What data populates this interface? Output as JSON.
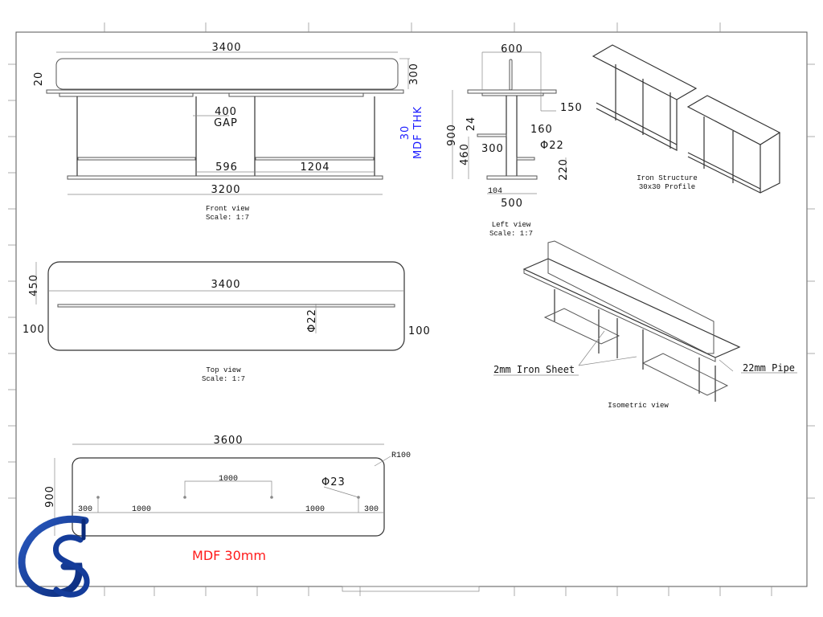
{
  "front_view": {
    "width_top": "3400",
    "h20": "20",
    "h300": "300",
    "gap_value": "400",
    "gap_label": "GAP",
    "d596": "596",
    "d1204": "1204",
    "width_base": "3200",
    "mdf_value": "30",
    "mdf_label": "MDF THK",
    "title": "Front view",
    "scale": "Scale:  1:7"
  },
  "left_view": {
    "d600": "600",
    "d150": "150",
    "d900": "900",
    "d24": "24",
    "d160": "160",
    "d460": "460",
    "d300": "300",
    "pipe": "Φ22",
    "d220": "220",
    "d104": "104",
    "d500": "500",
    "title": "Left view",
    "scale": "Scale:  1:7"
  },
  "iron": {
    "title": "Iron Structure",
    "profile": "30x30 Profile"
  },
  "top_view": {
    "d450": "450",
    "d3400": "3400",
    "d100_left": "100",
    "d100_right": "100",
    "pipe": "Φ22",
    "title": "Top view",
    "scale": "Scale:  1:7"
  },
  "iso": {
    "sheet": "2mm Iron Sheet",
    "pipe": "22mm Pipe",
    "title": "Isometric view"
  },
  "base_plate": {
    "d3600": "3600",
    "r100": "R100",
    "d900": "900",
    "d1000_top": "1000",
    "hole": "Φ23",
    "d300_left": "300",
    "d1000_left": "1000",
    "d1000_right": "1000",
    "d300_right": "300",
    "material": "MDF 30mm"
  },
  "colors": {
    "blue": "#1a1aff",
    "red": "#ff1a1a",
    "logo": "#0a2a7a"
  }
}
